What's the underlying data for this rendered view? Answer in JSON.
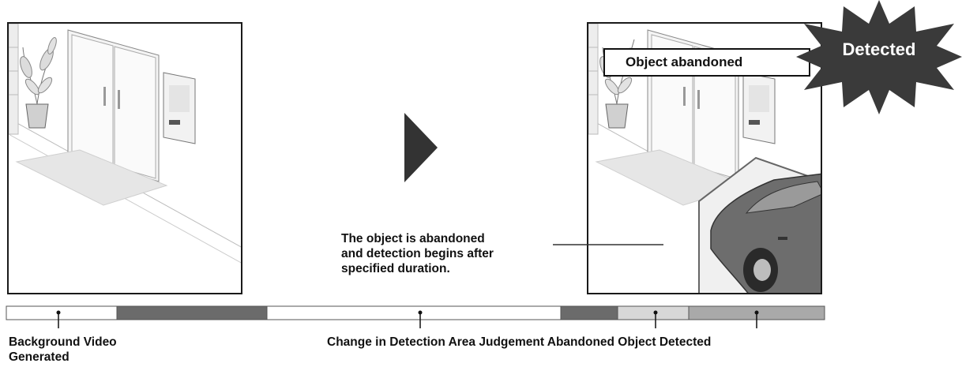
{
  "callout": {
    "label": "Object abandoned"
  },
  "burst": {
    "label": "Detected"
  },
  "caption": {
    "line1": "The object is abandoned",
    "line2": "and detection begins after",
    "line3": "specified duration."
  },
  "timeline": {
    "label_background": "Background Video Generated",
    "label_change": "Change in Detection Area Judgement Abandoned Object Detected"
  },
  "colors": {
    "dark_segment": "#6b6b6b",
    "light_segment": "#d8d8d8",
    "mid_segment": "#a9a9a9",
    "burst": "#3a3a3a",
    "outline": "#1a1a1a"
  },
  "icons": {
    "next_arrow": "triangle-right-icon",
    "plant": "potted-plant-icon",
    "car": "car-icon"
  }
}
